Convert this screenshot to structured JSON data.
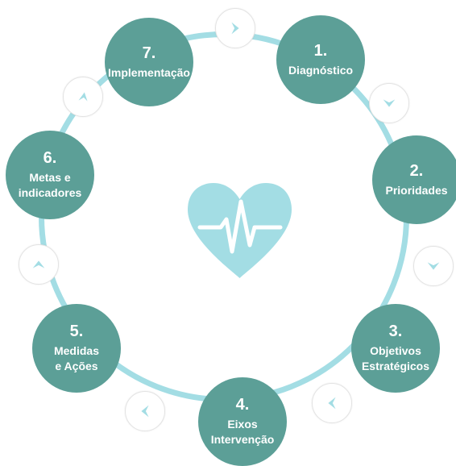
{
  "colors": {
    "step_fill": "#5c9f97",
    "ring": "#a3dde4",
    "heart": "#a3dde4",
    "pulse_line": "#ffffff",
    "chevron": "#a3dde4"
  },
  "center": {
    "icon": "heart-pulse-icon"
  },
  "steps": [
    {
      "number": "1.",
      "label": "Diagnóstico"
    },
    {
      "number": "2.",
      "label": "Prioridades"
    },
    {
      "number": "3.",
      "label": "Objetivos\nEstratégicos"
    },
    {
      "number": "4.",
      "label": "Eixos\nIntervenção"
    },
    {
      "number": "5.",
      "label": "Medidas\ne Ações"
    },
    {
      "number": "6.",
      "label": "Metas e\nindicadores"
    },
    {
      "number": "7.",
      "label": "Implementação"
    }
  ],
  "connectors": [
    {
      "icon": "chevron-right-icon"
    },
    {
      "icon": "chevron-down-icon"
    },
    {
      "icon": "chevron-down-icon"
    },
    {
      "icon": "chevron-down-left-icon"
    },
    {
      "icon": "chevron-left-icon"
    },
    {
      "icon": "chevron-up-icon"
    },
    {
      "icon": "chevron-up-right-icon"
    }
  ]
}
